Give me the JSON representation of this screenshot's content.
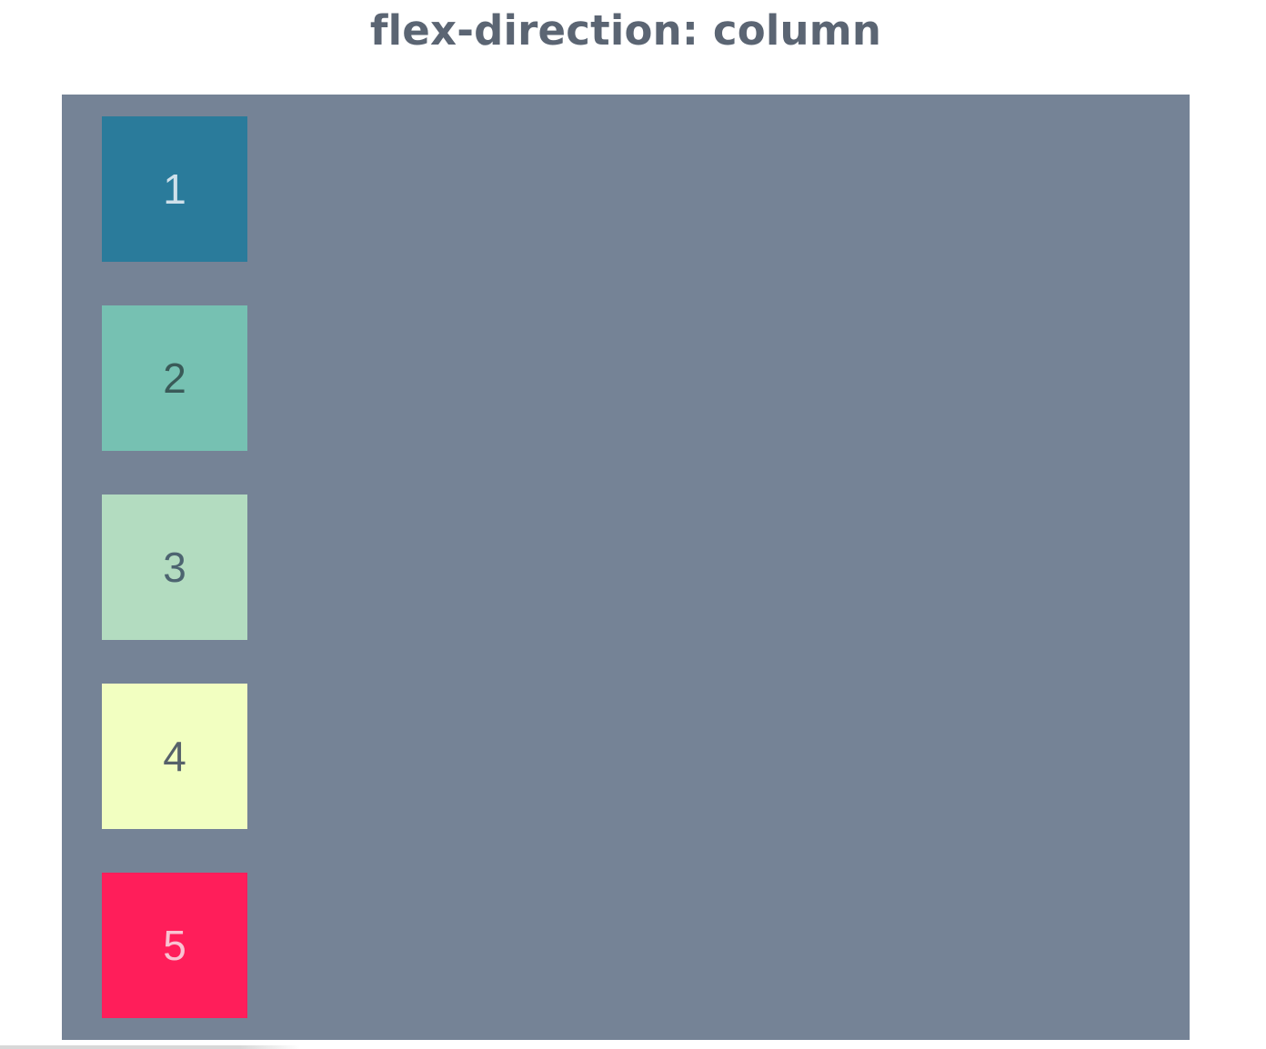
{
  "heading": "flex-direction: column",
  "items": [
    {
      "label": "1",
      "bg": "#2a7b9b",
      "fg": "#cfe0ea"
    },
    {
      "label": "2",
      "bg": "#76c1b2",
      "fg": "#3a5a58"
    },
    {
      "label": "3",
      "bg": "#b3dcc0",
      "fg": "#4d6470"
    },
    {
      "label": "4",
      "bg": "#f2ffc1",
      "fg": "#56616a"
    },
    {
      "label": "5",
      "bg": "#ff1e5a",
      "fg": "#f9c3d2"
    }
  ],
  "colors": {
    "container_bg": "#758396",
    "heading_text": "#5b6573"
  }
}
